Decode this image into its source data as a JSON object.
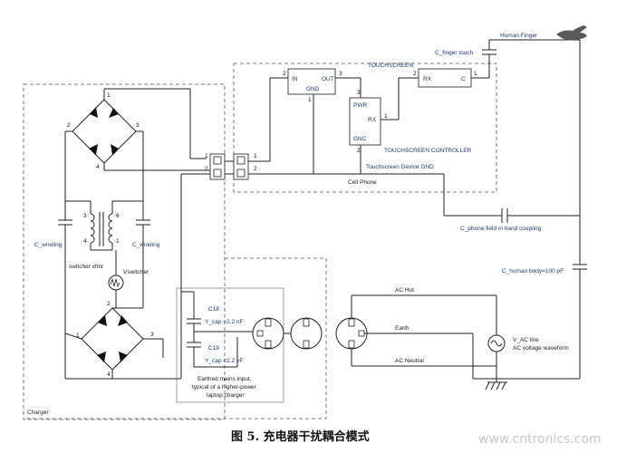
{
  "labels": {
    "human_finger": "Human Finger",
    "c_finger_touch": "C_finger touch",
    "touchscreen": "TOUCHSCREEN",
    "rx": "RX",
    "c": "C",
    "in": "IN",
    "out": "OUT",
    "gnd": "GND",
    "pwr": "PWR",
    "ctrl_rx": "RX",
    "gnc": "GNC",
    "touchscreen_controller": "TOUCHSCREEN CONTROLLER",
    "device_gnd": "Touchscreen Device GND",
    "cell_phone": "Cell Phone",
    "c_phone_field": "C_phone field in hand coupling",
    "c_human_body": "C_human body=100 pF",
    "c_winding_left": "C_winding",
    "c_winding_right": "C_winding",
    "switcher_xfmr": "switcher xfmr",
    "vswitcher": "Vswitcher",
    "c18": "C18",
    "y_cap_1": "Y_cap <2.2 nF",
    "c19": "C19",
    "y_cap_2": "Y_cap <2.2 nF",
    "earthed_note_1": "Earthed mains input,",
    "earthed_note_2": "typical of a higher-power",
    "earthed_note_3": "laptop charger",
    "ac_hot": "AC Hot",
    "earth": "Earth",
    "ac_neutral": "AC Neutral",
    "v_ac_line": "V_AC line",
    "ac_waveform": "AC voltage waveform",
    "charger": "Charger"
  },
  "pins": {
    "b1_2": "2",
    "b1_3": "3",
    "b1_4": "4",
    "b1_1": "1",
    "b2_2": "2",
    "b2_3": "3",
    "b2_4": "4",
    "b2_1": "1",
    "conn_l_1": "1",
    "conn_l_2": "2",
    "conn_r_1": "1",
    "conn_r_2": "2",
    "reg_2": "2",
    "reg_3": "3",
    "reg_1": "1",
    "ctrl_3": "3",
    "ctrl_1": "1",
    "ctrl_2": "2",
    "ts_2": "2",
    "ts_1": "1",
    "xfmr_3": "3",
    "xfmr_4": "4",
    "xfmr_6": "6",
    "xfmr_1": "1",
    "b2_out_3": "3"
  },
  "caption": "图 5. 充电器干扰耦合模式",
  "watermark": "www.cntronics.com"
}
